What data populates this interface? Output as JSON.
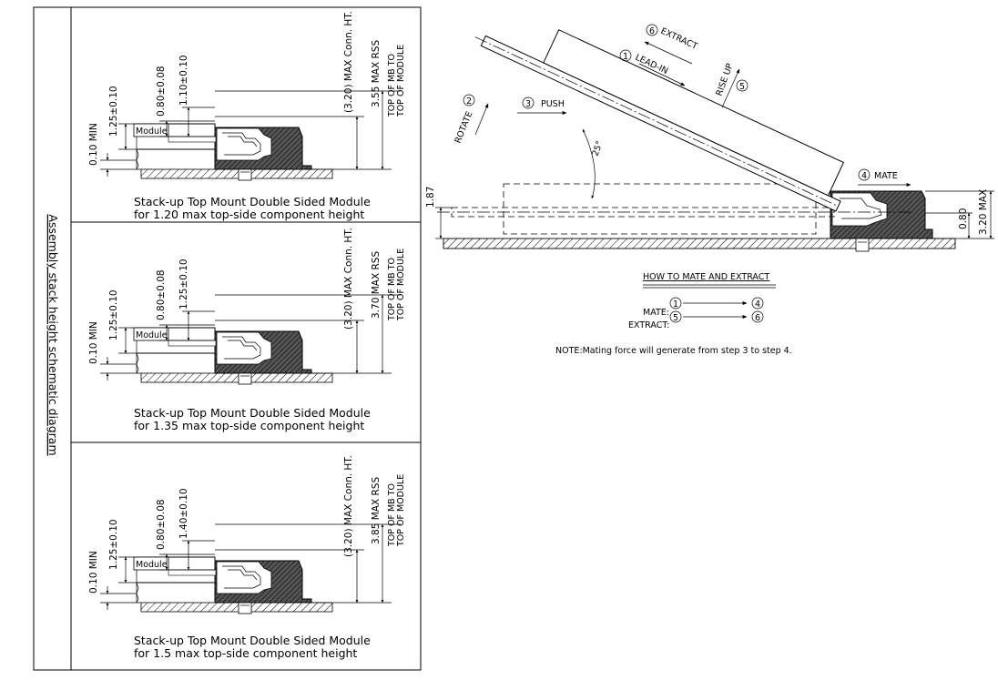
{
  "side_title": "Assembly stack height schematic diagram",
  "panels": [
    {
      "module_label": "Module",
      "dim_min": "0.10 MIN",
      "dim_a": "1.25±0.10",
      "dim_b": "0.80±0.08",
      "dim_c": "1.10±0.10",
      "conn_ht": "(3.20) MAX Conn. HT.",
      "rss": "3.55 MAX RSS",
      "top_a": "TOP OF MB TO",
      "top_b": "TOP OF MODULE",
      "caption_1": "Stack-up Top Mount Double Sided Module",
      "caption_2": "for 1.20 max top-side component height"
    },
    {
      "module_label": "Module",
      "dim_min": "0.10 MIN",
      "dim_a": "1.25±0.10",
      "dim_b": "0.80±0.08",
      "dim_c": "1.25±0.10",
      "conn_ht": "(3.20) MAX Conn. HT.",
      "rss": "3.70 MAX RSS",
      "top_a": "TOP OF MB TO",
      "top_b": "TOP OF MODULE",
      "caption_1": "Stack-up Top Mount Double Sided Module",
      "caption_2": "for 1.35 max top-side component height"
    },
    {
      "module_label": "Module",
      "dim_min": "0.10 MIN",
      "dim_a": "1.25±0.10",
      "dim_b": "0.80±0.08",
      "dim_c": "1.40±0.10",
      "conn_ht": "(3.20) MAX Conn. HT.",
      "rss": "3.85 MAX RSS",
      "top_a": "TOP OF MB TO",
      "top_b": "TOP OF MODULE",
      "caption_1": "Stack-up Top Mount Double Sided Module",
      "caption_2": "for 1.5 max top-side component height"
    }
  ],
  "mating": {
    "steps": {
      "s1": "1",
      "s1_label": "LEAD-IN",
      "s2": "2",
      "s2_label": "ROTATE",
      "s3": "3",
      "s3_label": "PUSH",
      "s4": "4",
      "s4_label": "MATE",
      "s5": "5",
      "s5_label": "RISE UP",
      "s6": "6",
      "s6_label": "EXTRACT"
    },
    "angle": "25°",
    "dim_left": "1.87",
    "dim_right_a": "0.80",
    "dim_right_b": "3.20 MAX",
    "legend_title": "HOW TO MATE AND EXTRACT",
    "legend_mate": "MATE:",
    "legend_extract": "EXTRACT:",
    "legend_from_mate": "1",
    "legend_to_mate": "4",
    "legend_from_extract": "5",
    "legend_to_extract": "6",
    "note": "NOTE:Mating force will generate from step 3 to step 4."
  }
}
